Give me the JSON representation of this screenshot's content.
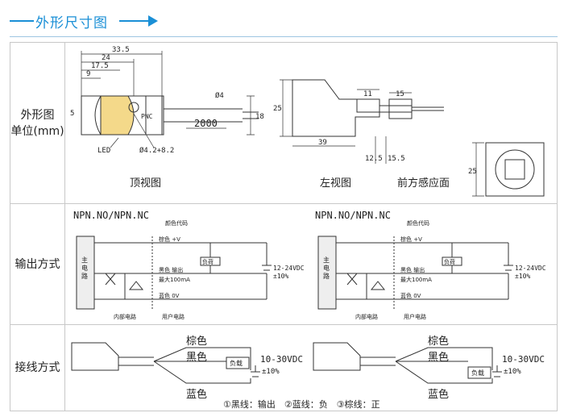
{
  "header": {
    "title": "外形尺寸图"
  },
  "rows": {
    "dimensions": {
      "label_line1": "外形图",
      "label_line2": "单位(mm)",
      "captions": {
        "top": "顶视图",
        "left": "左视图",
        "front": "前方感应面"
      },
      "top_view": {
        "d1": "33.5",
        "d2": "24",
        "d3": "17.5",
        "d4": "9",
        "d5": "5",
        "led": "LED",
        "hole": "Ø4.2+8.2",
        "cable_dia": "Ø4",
        "cable_len": "2000",
        "h": "18",
        "brand": "PNC"
      },
      "left_view": {
        "h": "25",
        "w1": "11",
        "w2": "15",
        "len": "39",
        "d1": "12.5",
        "d2": "15.5"
      },
      "front_view": {
        "h": "25"
      }
    },
    "output": {
      "label": "输出方式",
      "diagrams": [
        {
          "title": "NPN.NO/NPN.NC",
          "color_code": "颜色代码",
          "brown": "棕色 +V",
          "black": "黑色 输出",
          "max": "最大100mA",
          "blue": "蓝色 0V",
          "load": "负荷",
          "supply": "12-24VDC",
          "tol": "±10%",
          "main": [
            "主",
            "电",
            "路"
          ],
          "internal": "内部电路",
          "user": "用户电路"
        },
        {
          "title": "NPN.NO/NPN.NC",
          "color_code": "颜色代码",
          "brown": "棕色 +V",
          "black": "黑色 输出",
          "max": "最大100mA",
          "blue": "蓝色 0V",
          "load": "负荷",
          "supply": "12-24VDC",
          "tol": "±10%",
          "main": [
            "主",
            "电",
            "路"
          ],
          "internal": "内部电路",
          "user": "用户电路"
        }
      ]
    },
    "wiring": {
      "label": "接线方式",
      "diagrams": [
        {
          "brown": "棕色",
          "black": "黑色",
          "blue": "蓝色",
          "load": "负载",
          "supply": "10-30VDC",
          "tol": "±10%"
        },
        {
          "brown": "棕色",
          "black": "黑色",
          "blue": "蓝色",
          "load": "负载",
          "supply": "10-30VDC",
          "tol": "±10%"
        }
      ],
      "legend": "①黑线：输出　②蓝线：负　③棕线：正"
    }
  }
}
